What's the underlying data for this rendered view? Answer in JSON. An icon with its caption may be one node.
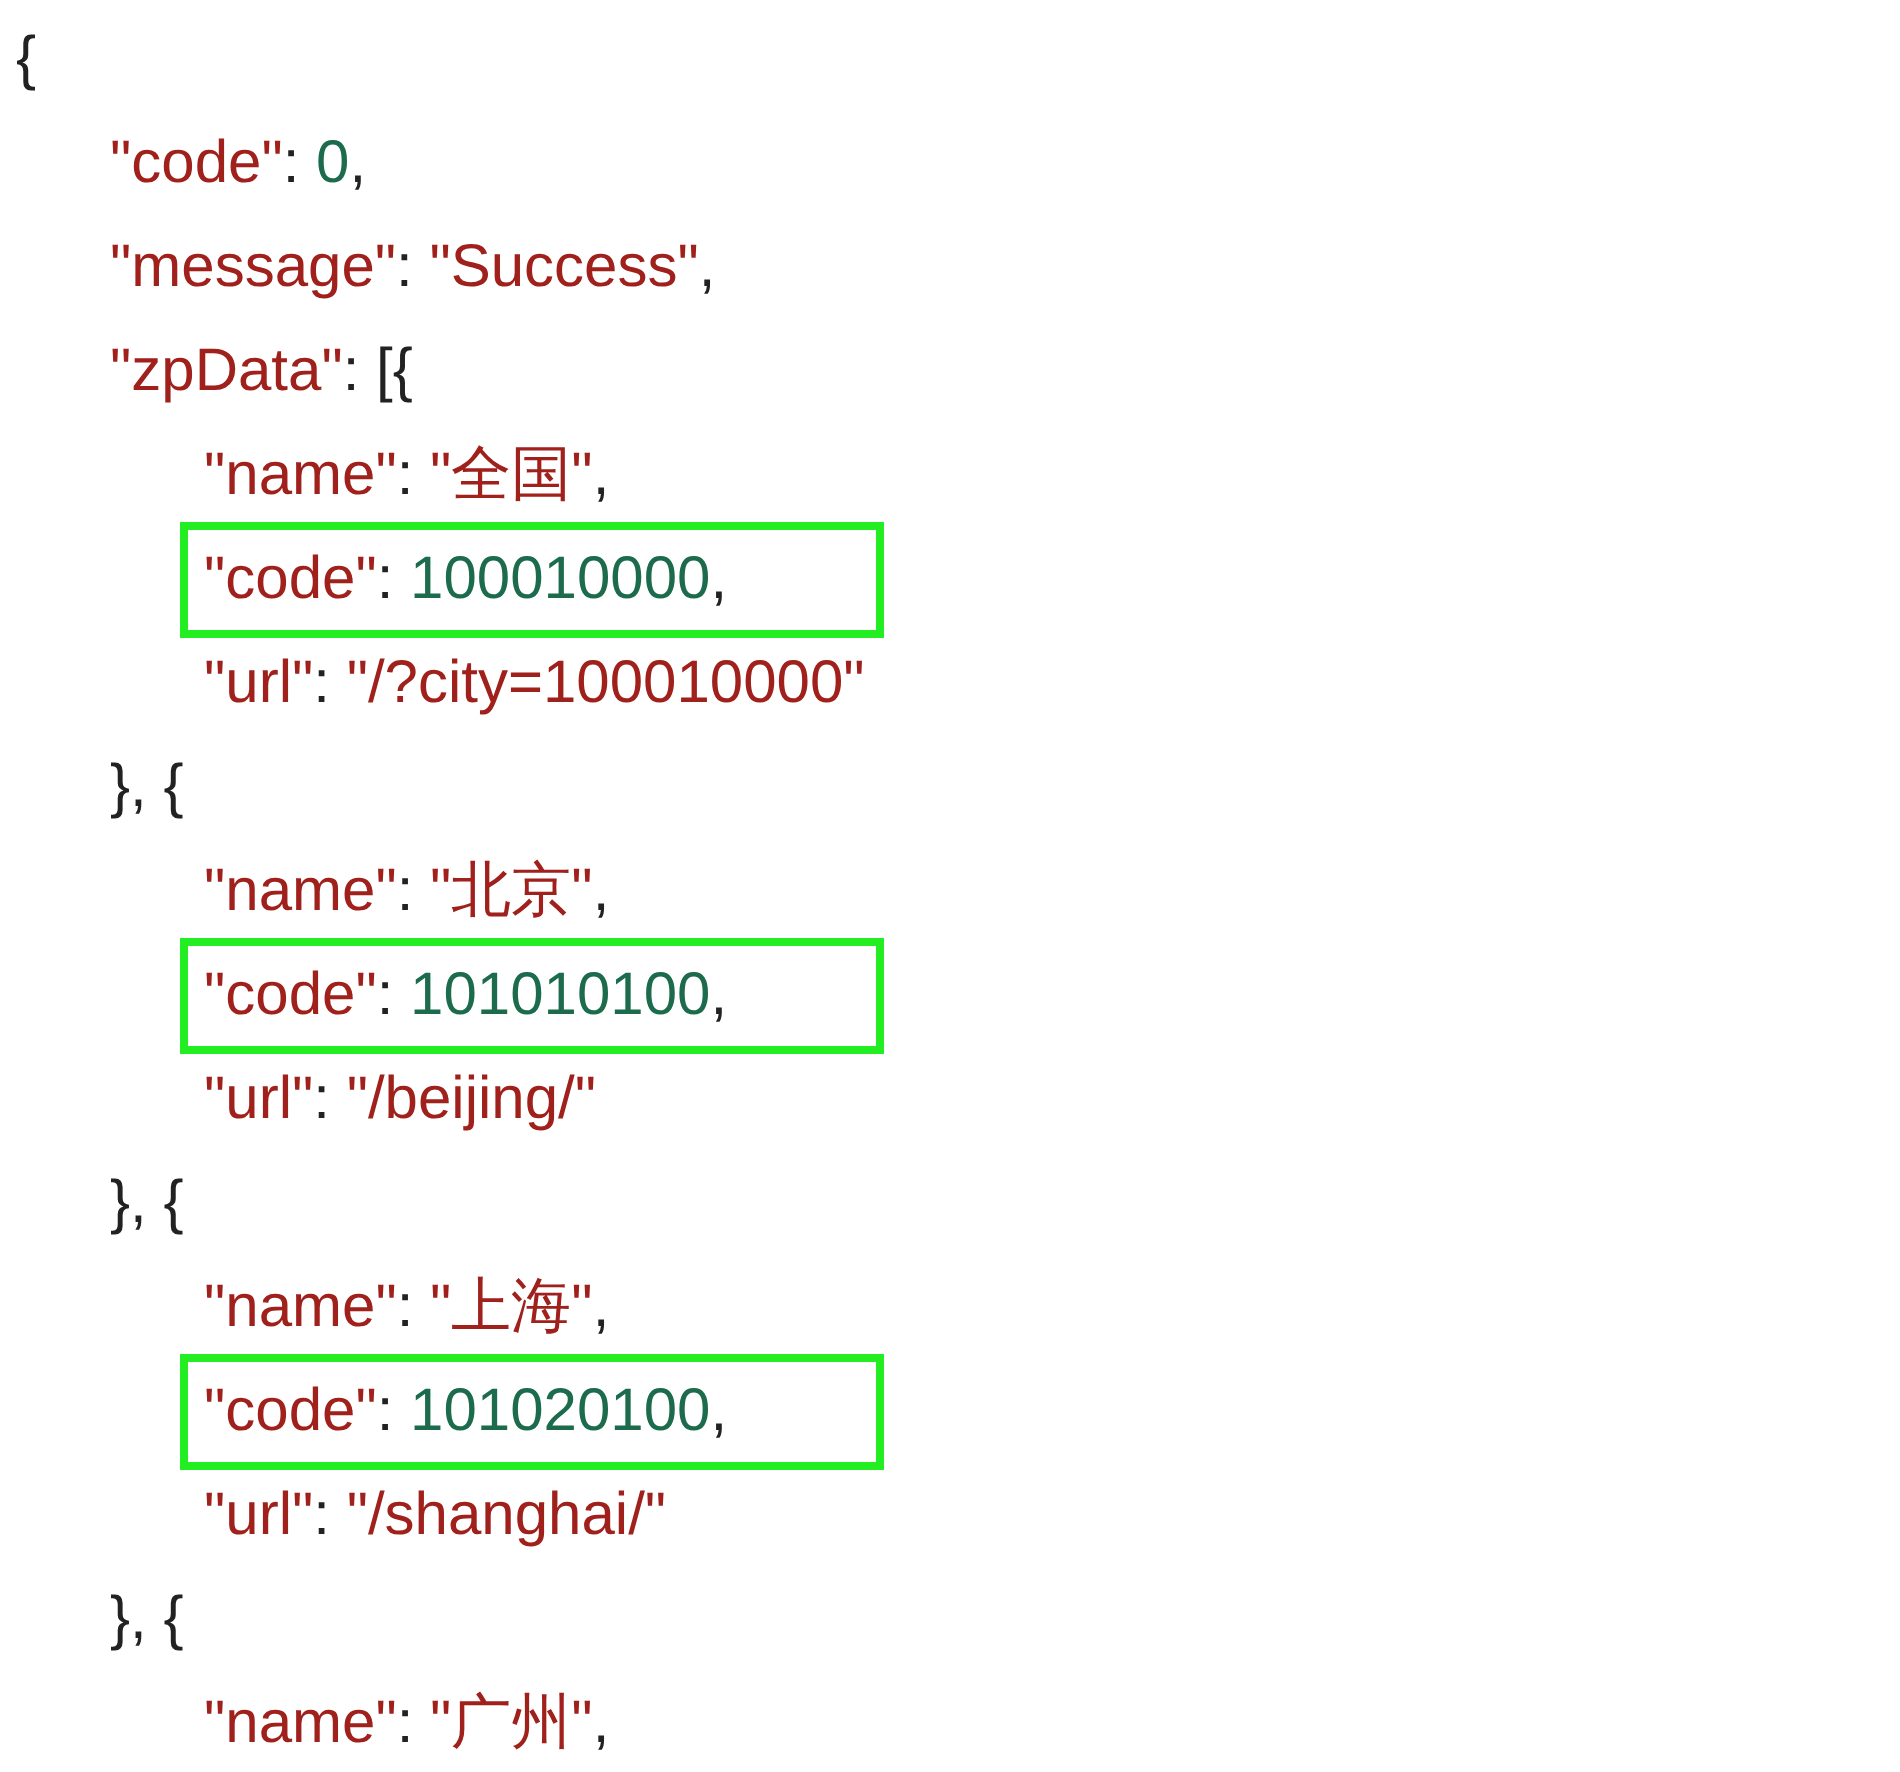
{
  "diagram": {
    "nodes": [
      {
        "text": [
          "\"code\": 100010000,"
        ]
      },
      {
        "text": [
          "\"code\": 101010100,"
        ]
      },
      {
        "text": [
          "\"code\": 101020100,"
        ]
      }
    ],
    "labels": [
      "{",
      "\"code\": 0,",
      "\"message\": \"Success\",",
      "\"zpData\": [{",
      "\"name\": \"全国\",",
      "\"url\": \"/?city=100010000\"",
      "}, {",
      "\"name\": \"北京\",",
      "\"url\": \"/beijing/\"",
      "}, {",
      "\"name\": \"上海\",",
      "\"url\": \"/shanghai/\"",
      "}, {",
      "\"name\": \"广州\","
    ]
  }
}
